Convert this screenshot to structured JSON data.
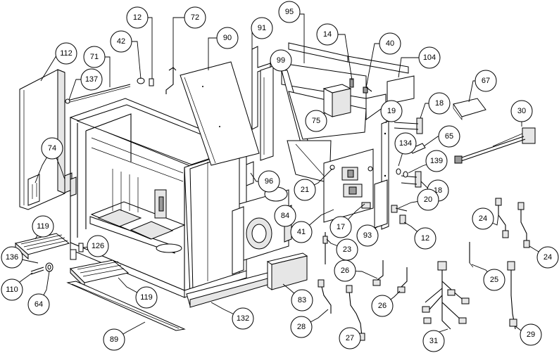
{
  "diagram": {
    "callouts": [
      {
        "id": "c12a",
        "label": "12"
      },
      {
        "id": "c72",
        "label": "72"
      },
      {
        "id": "c95",
        "label": "95"
      },
      {
        "id": "c42",
        "label": "42"
      },
      {
        "id": "c90",
        "label": "90"
      },
      {
        "id": "c91",
        "label": "91"
      },
      {
        "id": "c14",
        "label": "14"
      },
      {
        "id": "c40",
        "label": "40"
      },
      {
        "id": "c104",
        "label": "104"
      },
      {
        "id": "c112",
        "label": "112"
      },
      {
        "id": "c71",
        "label": "71"
      },
      {
        "id": "c99",
        "label": "99"
      },
      {
        "id": "c67",
        "label": "67"
      },
      {
        "id": "c137",
        "label": "137"
      },
      {
        "id": "c18a",
        "label": "18"
      },
      {
        "id": "c30",
        "label": "30"
      },
      {
        "id": "c75",
        "label": "75"
      },
      {
        "id": "c19",
        "label": "19"
      },
      {
        "id": "c65",
        "label": "65"
      },
      {
        "id": "c74",
        "label": "74"
      },
      {
        "id": "c134",
        "label": "134"
      },
      {
        "id": "c139",
        "label": "139"
      },
      {
        "id": "c96",
        "label": "96"
      },
      {
        "id": "c21",
        "label": "21"
      },
      {
        "id": "c18b",
        "label": "18"
      },
      {
        "id": "c20",
        "label": "20"
      },
      {
        "id": "c84",
        "label": "84"
      },
      {
        "id": "c24a",
        "label": "24"
      },
      {
        "id": "c119a",
        "label": "119"
      },
      {
        "id": "c17",
        "label": "17"
      },
      {
        "id": "c41",
        "label": "41"
      },
      {
        "id": "c93",
        "label": "93"
      },
      {
        "id": "c12b",
        "label": "12"
      },
      {
        "id": "c126",
        "label": "126"
      },
      {
        "id": "c23",
        "label": "23"
      },
      {
        "id": "c136",
        "label": "136"
      },
      {
        "id": "c24b",
        "label": "24"
      },
      {
        "id": "c26a",
        "label": "26"
      },
      {
        "id": "c25",
        "label": "25"
      },
      {
        "id": "c110",
        "label": "110"
      },
      {
        "id": "c119b",
        "label": "119"
      },
      {
        "id": "c83",
        "label": "83"
      },
      {
        "id": "c26b",
        "label": "26"
      },
      {
        "id": "c64",
        "label": "64"
      },
      {
        "id": "c132",
        "label": "132"
      },
      {
        "id": "c28",
        "label": "28"
      },
      {
        "id": "c27",
        "label": "27"
      },
      {
        "id": "c29",
        "label": "29"
      },
      {
        "id": "c89",
        "label": "89"
      },
      {
        "id": "c31",
        "label": "31"
      }
    ]
  }
}
